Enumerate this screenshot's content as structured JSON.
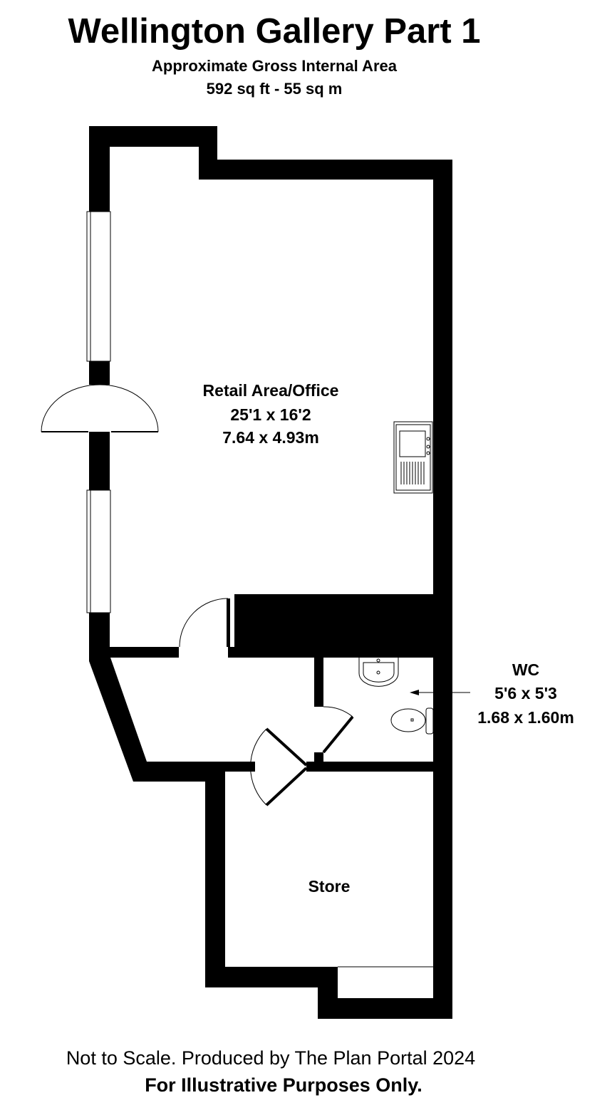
{
  "header": {
    "title": "Wellington Gallery Part 1",
    "subtitle": "Approximate Gross Internal Area",
    "area": "592 sq ft - 55 sq m"
  },
  "rooms": {
    "retail": {
      "name": "Retail Area/Office",
      "imperial": "25'1 x 16'2",
      "metric": "7.64 x 4.93m"
    },
    "wc": {
      "name": "WC",
      "imperial": "5'6 x 5'3",
      "metric": "1.68 x 1.60m"
    },
    "store": {
      "name": "Store"
    }
  },
  "footer": {
    "line1": "Not to Scale. Produced by The Plan Portal 2024",
    "line2": "For Illustrative Purposes Only."
  },
  "colors": {
    "wall": "#000000",
    "floor": "#ffffff"
  }
}
